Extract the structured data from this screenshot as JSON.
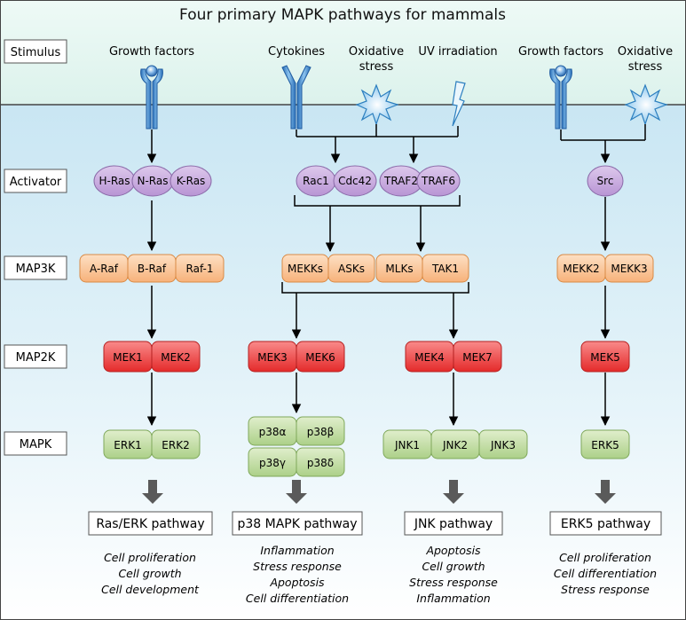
{
  "title": "Four primary MAPK pathways for mammals",
  "row_labels": {
    "stimulus": "Stimulus",
    "activator": "Activator",
    "map3k": "MAP3K",
    "map2k": "MAP2K",
    "mapk": "MAPK"
  },
  "stimuli": {
    "growth_factors_1": "Growth factors",
    "cytokines": "Cytokines",
    "oxidative_stress_1": [
      "Oxidative",
      "stress"
    ],
    "uv_irradiation": "UV irradiation",
    "growth_factors_2": "Growth factors",
    "oxidative_stress_2": [
      "Oxidative",
      "stress"
    ]
  },
  "activators": {
    "ras": [
      "H-Ras",
      "N-Ras",
      "K-Ras"
    ],
    "p38_jnk": [
      "Rac1",
      "Cdc42",
      "TRAF2",
      "TRAF6"
    ],
    "erk5": [
      "Src"
    ]
  },
  "map3k": {
    "ras": [
      "A-Raf",
      "B-Raf",
      "Raf-1"
    ],
    "p38_jnk": [
      "MEKKs",
      "ASKs",
      "MLKs",
      "TAK1"
    ],
    "erk5": [
      "MEKK2",
      "MEKK3"
    ]
  },
  "map2k": {
    "ras": [
      "MEK1",
      "MEK2"
    ],
    "p38": [
      "MEK3",
      "MEK6"
    ],
    "jnk": [
      "MEK4",
      "MEK7"
    ],
    "erk5": [
      "MEK5"
    ]
  },
  "mapk": {
    "ras": [
      "ERK1",
      "ERK2"
    ],
    "p38": [
      "p38α",
      "p38β",
      "p38γ",
      "p38δ"
    ],
    "jnk": [
      "JNK1",
      "JNK2",
      "JNK3"
    ],
    "erk5": [
      "ERK5"
    ]
  },
  "pathways": [
    {
      "name": "Ras/ERK pathway",
      "outcomes": [
        "Cell proliferation",
        "Cell growth",
        "Cell development"
      ]
    },
    {
      "name": "p38 MAPK pathway",
      "outcomes": [
        "Inflammation",
        "Stress response",
        "Apoptosis",
        "Cell differentiation"
      ]
    },
    {
      "name": "JNK pathway",
      "outcomes": [
        "Apoptosis",
        "Cell growth",
        "Stress response",
        "Inflammation"
      ]
    },
    {
      "name": "ERK5 pathway",
      "outcomes": [
        "Cell proliferation",
        "Cell differentiation",
        "Stress response"
      ]
    }
  ],
  "colors": {
    "activator_fill": "#c9aede",
    "activator_stroke": "#8a6aa8",
    "map3k_fill": "#fbc89a",
    "map3k_stroke": "#d98a45",
    "map2k_fill": "#ef4a4a",
    "map2k_stroke": "#b52020",
    "mapk_fill": "#c8e0a8",
    "mapk_stroke": "#7fa85a",
    "receptor": "#4f8fd0",
    "receptor_ligand": "#1f5fa8",
    "star_fill": "#9ed0f0",
    "star_stroke": "#2d7fbf",
    "membrane_top": "#e8f8f3",
    "membrane_line": "#444444",
    "cytoplasm_top": "#cfe9f4",
    "cytoplasm_bottom": "#ffffff",
    "big_arrow": "#5a5a5a"
  }
}
